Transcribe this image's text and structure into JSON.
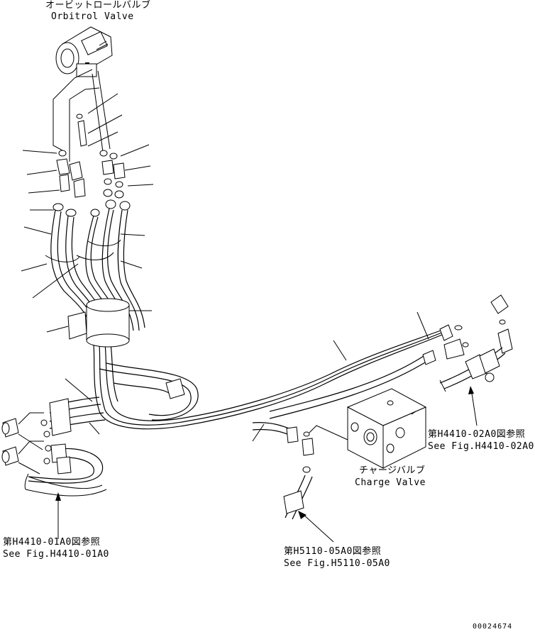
{
  "labels": {
    "orbitrol_jp": "オービットロールバルブ",
    "orbitrol_en": "Orbitrol Valve",
    "charge_jp": "チャージバルブ",
    "charge_en": "Charge Valve",
    "ref_h4410_02a0_jp": "第H4410-02A0図参照",
    "ref_h4410_02a0_en": "See Fig.H4410-02A0",
    "ref_h4410_01a0_jp": "第H4410-01A0図参照",
    "ref_h4410_01a0_en": "See Fig.H4410-01A0",
    "ref_h5110_05a0_jp": "第H5110-05A0図参照",
    "ref_h5110_05a0_en": "See Fig.H5110-05A0",
    "drawing_number": "00024674"
  }
}
